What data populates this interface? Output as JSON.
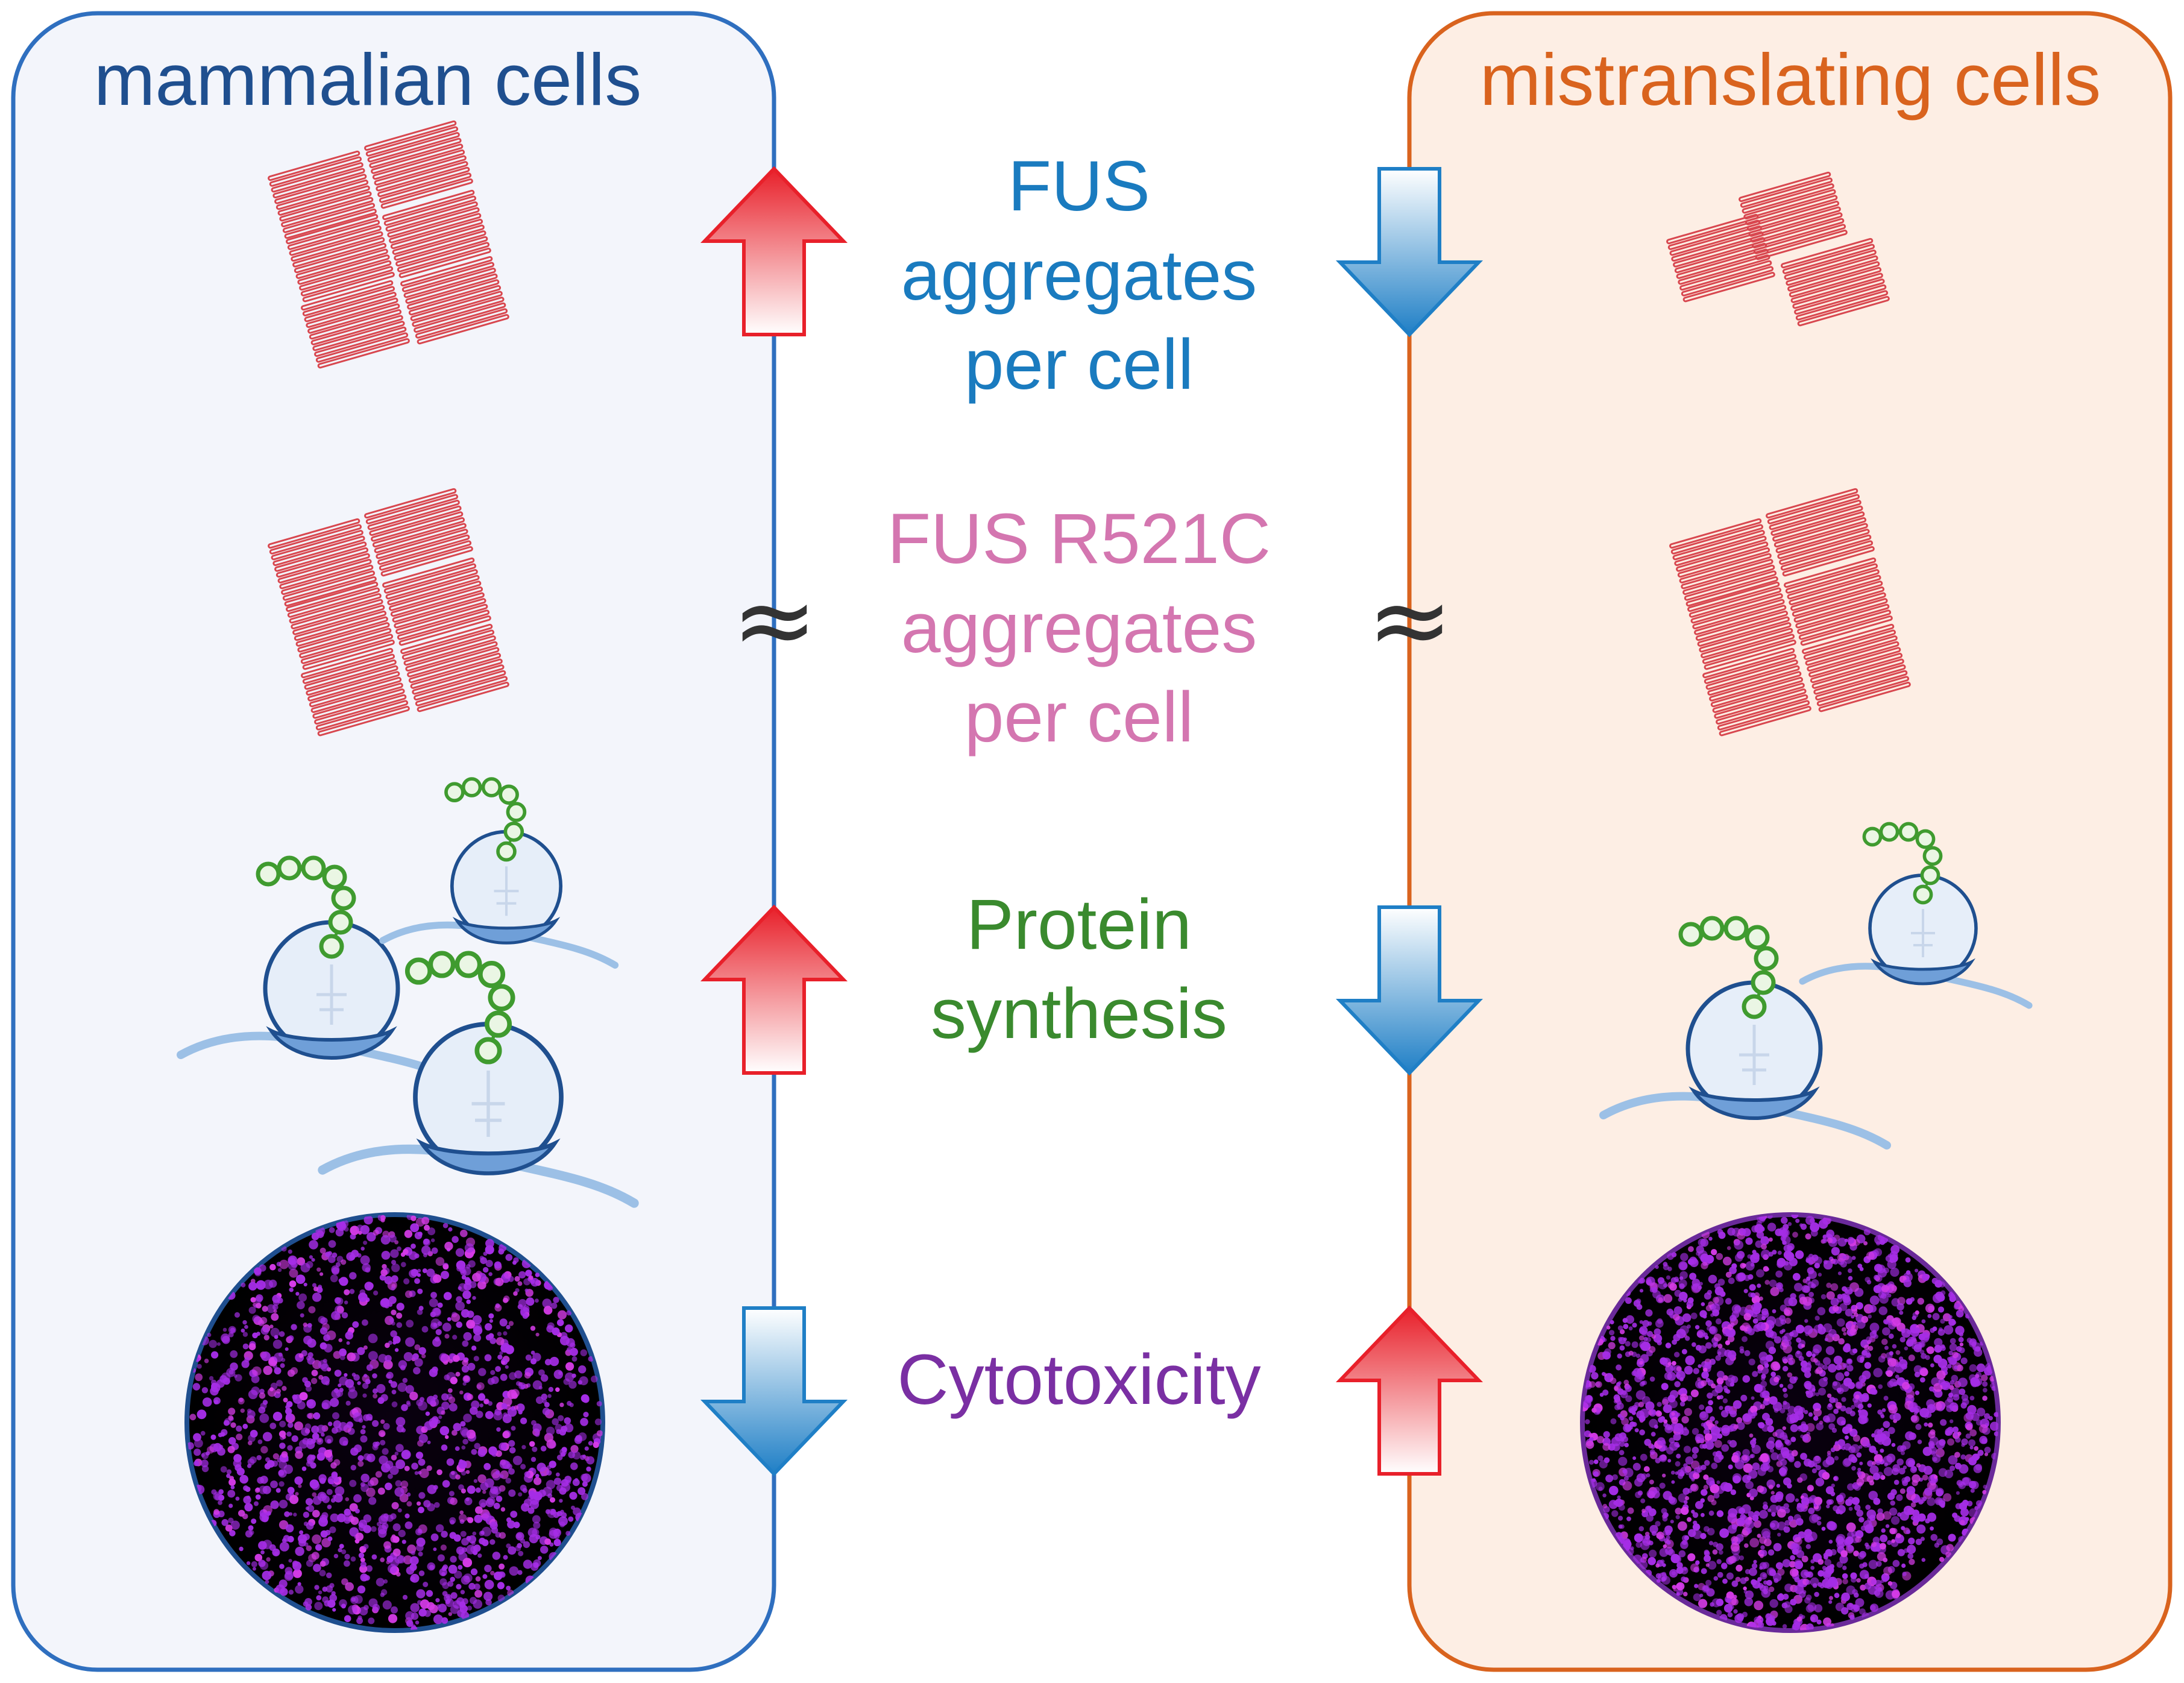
{
  "panels": {
    "left": {
      "title": "mammalian cells",
      "color": "#1f4f8f",
      "border": "#2f6fbf",
      "fill": "#f3f5fb"
    },
    "right": {
      "title": "mistranslating cells",
      "color": "#d9631e",
      "border": "#d9631e",
      "fill": "#fdeee4"
    }
  },
  "rows": [
    {
      "label_lines": [
        "FUS",
        "aggregates",
        "per cell"
      ],
      "color": "#1a7bbf",
      "left": "up",
      "right": "down"
    },
    {
      "label_lines": [
        "FUS R521C",
        "aggregates",
        "per cell"
      ],
      "color": "#d476b0",
      "left": "approx",
      "right": "approx",
      "approx_symbol": "≈"
    },
    {
      "label_lines": [
        "Protein",
        "synthesis"
      ],
      "color": "#3a8a2e",
      "left": "up",
      "right": "down"
    },
    {
      "label_lines": [
        "Cytotoxicity"
      ],
      "color": "#7a2fa3",
      "left": "down",
      "right": "up"
    }
  ],
  "colors": {
    "up_arrow": "#e8202a",
    "down_arrow": "#1f7fc6",
    "aggregate": "#d8474f",
    "peptide": "#3f9b2f",
    "ribosome": "#1f4f8f",
    "cells": "#a52de6"
  }
}
